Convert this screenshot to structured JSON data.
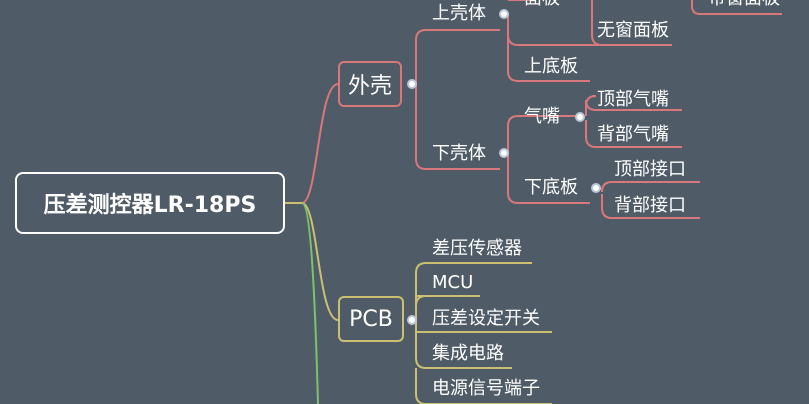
{
  "root": {
    "label": "压差测控器LR-18PS"
  },
  "branches": {
    "shell": {
      "label": "外壳",
      "upper": {
        "label": "上壳体",
        "panel": {
          "label": "面板",
          "children": [
            "无窗面板"
          ],
          "cut_label": "带窗面板"
        },
        "bottom": {
          "label": "上底板"
        }
      },
      "lower": {
        "label": "下壳体",
        "nozzle": {
          "label": "气嘴",
          "children": [
            "顶部气嘴",
            "背部气嘴"
          ]
        },
        "bottom": {
          "label": "下底板",
          "children": [
            "顶部接口",
            "背部接口"
          ]
        }
      }
    },
    "pcb": {
      "label": "PCB",
      "children": [
        "差压传感器",
        "MCU",
        "压差设定开关",
        "集成电路",
        "电源信号端子"
      ]
    }
  },
  "colors": {
    "background": "#4f5b66",
    "shell_branch": "#d9787a",
    "pcb_branch": "#cbbf72",
    "third_branch": "#7bc36b",
    "text": "#ffffff"
  }
}
